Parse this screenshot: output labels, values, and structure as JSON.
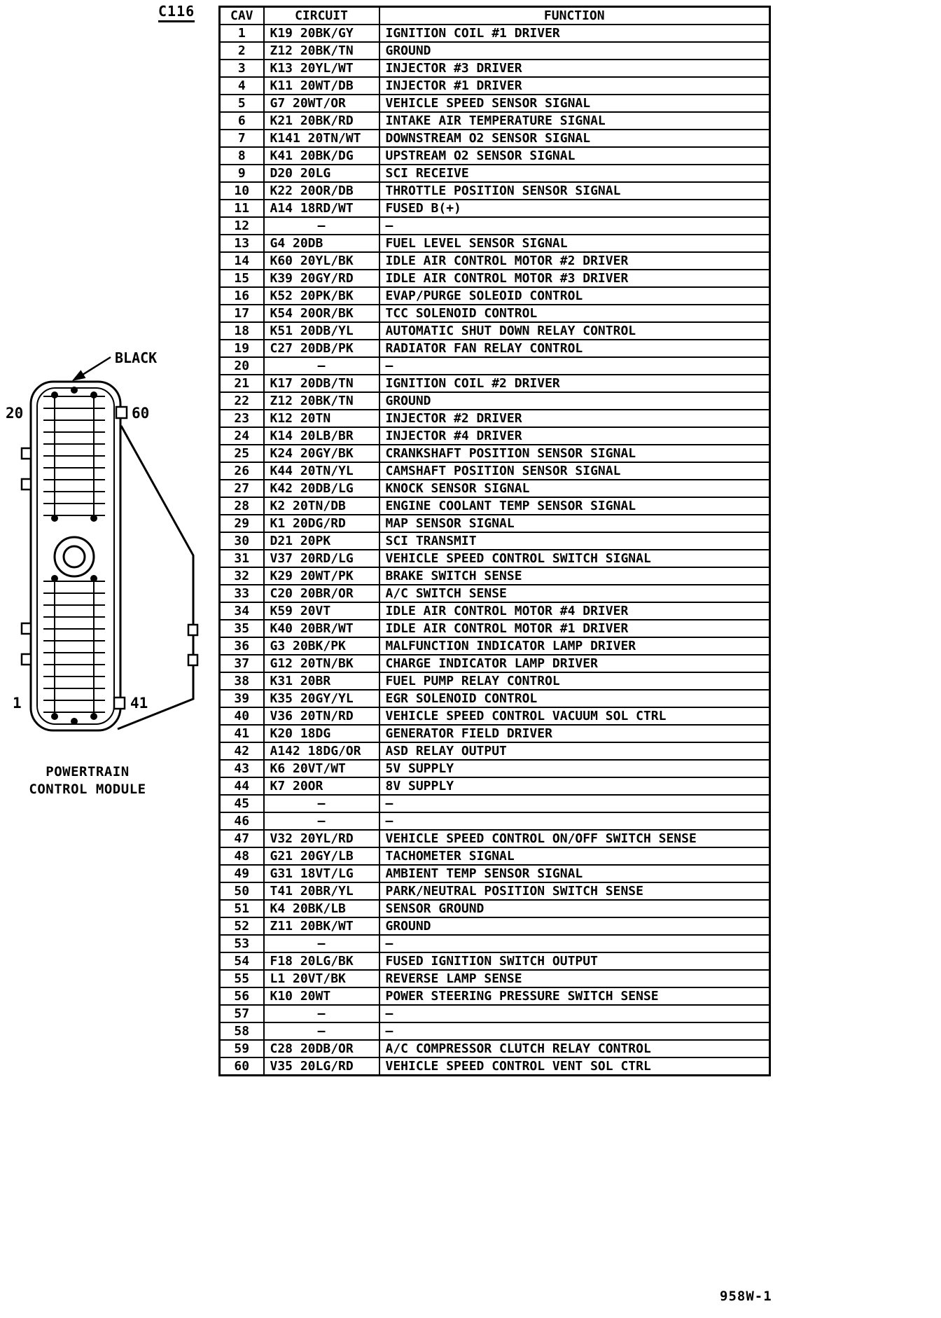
{
  "labels": {
    "connector_id": "C116",
    "connector_color": "BLACK",
    "pin_top_left": "20",
    "pin_top_right": "60",
    "pin_bottom_left": "1",
    "pin_bottom_right": "41",
    "caption_line1": "POWERTRAIN",
    "caption_line2": "CONTROL MODULE",
    "doc_ref": "958W-1"
  },
  "table": {
    "headers": [
      "CAV",
      "CIRCUIT",
      "FUNCTION"
    ],
    "rows": [
      [
        "1",
        "K19 20BK/GY",
        "IGNITION COIL #1 DRIVER"
      ],
      [
        "2",
        "Z12 20BK/TN",
        "GROUND"
      ],
      [
        "3",
        "K13 20YL/WT",
        "INJECTOR #3 DRIVER"
      ],
      [
        "4",
        "K11 20WT/DB",
        "INJECTOR #1 DRIVER"
      ],
      [
        "5",
        "G7 20WT/OR",
        "VEHICLE SPEED SENSOR SIGNAL"
      ],
      [
        "6",
        "K21 20BK/RD",
        "INTAKE AIR TEMPERATURE SIGNAL"
      ],
      [
        "7",
        "K141 20TN/WT",
        "DOWNSTREAM O2 SENSOR SIGNAL"
      ],
      [
        "8",
        "K41 20BK/DG",
        "UPSTREAM O2 SENSOR SIGNAL"
      ],
      [
        "9",
        "D20 20LG",
        "SCI RECEIVE"
      ],
      [
        "10",
        "K22 20OR/DB",
        "THROTTLE POSITION SENSOR SIGNAL"
      ],
      [
        "11",
        "A14 18RD/WT",
        "FUSED B(+)"
      ],
      [
        "12",
        "—",
        "—"
      ],
      [
        "13",
        "G4 20DB",
        "FUEL LEVEL SENSOR SIGNAL"
      ],
      [
        "14",
        "K60 20YL/BK",
        "IDLE AIR CONTROL MOTOR #2 DRIVER"
      ],
      [
        "15",
        "K39 20GY/RD",
        "IDLE AIR CONTROL MOTOR #3 DRIVER"
      ],
      [
        "16",
        "K52 20PK/BK",
        "EVAP/PURGE SOLEOID CONTROL"
      ],
      [
        "17",
        "K54 20OR/BK",
        "TCC SOLENOID CONTROL"
      ],
      [
        "18",
        "K51 20DB/YL",
        "AUTOMATIC SHUT DOWN RELAY CONTROL"
      ],
      [
        "19",
        "C27 20DB/PK",
        "RADIATOR FAN RELAY CONTROL"
      ],
      [
        "20",
        "—",
        "—"
      ],
      [
        "21",
        "K17 20DB/TN",
        "IGNITION COIL #2 DRIVER"
      ],
      [
        "22",
        "Z12 20BK/TN",
        "GROUND"
      ],
      [
        "23",
        "K12 20TN",
        "INJECTOR #2 DRIVER"
      ],
      [
        "24",
        "K14 20LB/BR",
        "INJECTOR #4 DRIVER"
      ],
      [
        "25",
        "K24 20GY/BK",
        "CRANKSHAFT POSITION SENSOR SIGNAL"
      ],
      [
        "26",
        "K44 20TN/YL",
        "CAMSHAFT POSITION SENSOR SIGNAL"
      ],
      [
        "27",
        "K42 20DB/LG",
        "KNOCK SENSOR SIGNAL"
      ],
      [
        "28",
        "K2 20TN/DB",
        "ENGINE COOLANT TEMP SENSOR SIGNAL"
      ],
      [
        "29",
        "K1 20DG/RD",
        "MAP SENSOR SIGNAL"
      ],
      [
        "30",
        "D21 20PK",
        "SCI TRANSMIT"
      ],
      [
        "31",
        "V37 20RD/LG",
        "VEHICLE SPEED CONTROL SWITCH SIGNAL"
      ],
      [
        "32",
        "K29 20WT/PK",
        "BRAKE SWITCH SENSE"
      ],
      [
        "33",
        "C20 20BR/OR",
        "A/C SWITCH SENSE"
      ],
      [
        "34",
        "K59 20VT",
        "IDLE AIR CONTROL MOTOR #4 DRIVER"
      ],
      [
        "35",
        "K40 20BR/WT",
        "IDLE AIR CONTROL MOTOR #1 DRIVER"
      ],
      [
        "36",
        "G3 20BK/PK",
        "MALFUNCTION INDICATOR LAMP DRIVER"
      ],
      [
        "37",
        "G12 20TN/BK",
        "CHARGE INDICATOR LAMP DRIVER"
      ],
      [
        "38",
        "K31 20BR",
        "FUEL PUMP RELAY CONTROL"
      ],
      [
        "39",
        "K35 20GY/YL",
        "EGR SOLENOID CONTROL"
      ],
      [
        "40",
        "V36 20TN/RD",
        "VEHICLE SPEED CONTROL VACUUM SOL CTRL"
      ],
      [
        "41",
        "K20 18DG",
        "GENERATOR FIELD DRIVER"
      ],
      [
        "42",
        "A142 18DG/OR",
        "ASD RELAY OUTPUT"
      ],
      [
        "43",
        "K6 20VT/WT",
        "5V SUPPLY"
      ],
      [
        "44",
        "K7 20OR",
        "8V SUPPLY"
      ],
      [
        "45",
        "—",
        "—"
      ],
      [
        "46",
        "—",
        "—"
      ],
      [
        "47",
        "V32 20YL/RD",
        "VEHICLE SPEED CONTROL ON/OFF SWITCH SENSE"
      ],
      [
        "48",
        "G21 20GY/LB",
        "TACHOMETER SIGNAL"
      ],
      [
        "49",
        "G31 18VT/LG",
        "AMBIENT TEMP SENSOR SIGNAL"
      ],
      [
        "50",
        "T41 20BR/YL",
        "PARK/NEUTRAL POSITION SWITCH SENSE"
      ],
      [
        "51",
        "K4 20BK/LB",
        "SENSOR GROUND"
      ],
      [
        "52",
        "Z11 20BK/WT",
        "GROUND"
      ],
      [
        "53",
        "—",
        "—"
      ],
      [
        "54",
        "F18 20LG/BK",
        "FUSED IGNITION SWITCH OUTPUT"
      ],
      [
        "55",
        "L1 20VT/BK",
        "REVERSE LAMP SENSE"
      ],
      [
        "56",
        "K10 20WT",
        "POWER STEERING PRESSURE SWITCH SENSE"
      ],
      [
        "57",
        "—",
        "—"
      ],
      [
        "58",
        "—",
        "—"
      ],
      [
        "59",
        "C28 20DB/OR",
        "A/C COMPRESSOR CLUTCH RELAY CONTROL"
      ],
      [
        "60",
        "V35 20LG/RD",
        "VEHICLE SPEED CONTROL VENT SOL CTRL"
      ]
    ]
  }
}
